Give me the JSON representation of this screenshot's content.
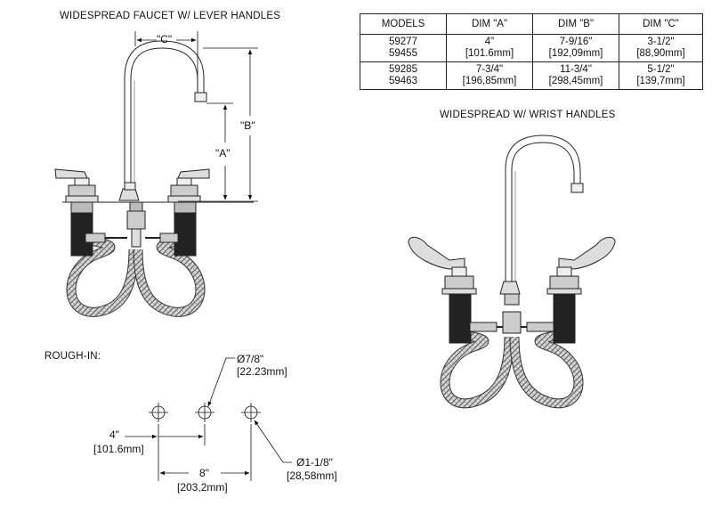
{
  "titles": {
    "lever": "WIDESPREAD FAUCET W/ LEVER HANDLES",
    "wrist": "WIDESPREAD W/  WRIST HANDLES",
    "rough_in": "ROUGH-IN:"
  },
  "dims": {
    "c": "\"C\"",
    "b": "\"B\"",
    "a": "\"A\""
  },
  "table": {
    "headers": [
      "MODELS",
      "DIM \"A\"",
      "DIM \"B\"",
      "DIM \"C\""
    ],
    "rows": [
      {
        "models": [
          "59277",
          "59455"
        ],
        "a": [
          "4\"",
          "[101.6mm]"
        ],
        "b": [
          "7-9/16\"",
          "[192,09mm]"
        ],
        "c": [
          "3-1/2\"",
          "[88,90mm]"
        ]
      },
      {
        "models": [
          "59285",
          "59463"
        ],
        "a": [
          "7-3/4\"",
          "[196,85mm]"
        ],
        "b": [
          "11-3/4\"",
          "[298,45mm]"
        ],
        "c": [
          "5-1/2\"",
          "[139,7mm]"
        ]
      }
    ]
  },
  "rough": {
    "hole_small_in": "Ø7/8\"",
    "hole_small_mm": "[22.23mm]",
    "spacing_4_in": "4\"",
    "spacing_4_mm": "[101.6mm]",
    "spacing_8_in": "8\"",
    "spacing_8_mm": "[203,2mm]",
    "hole_large_in": "Ø1-1/8\"",
    "hole_large_mm": "[28,58mm]"
  }
}
